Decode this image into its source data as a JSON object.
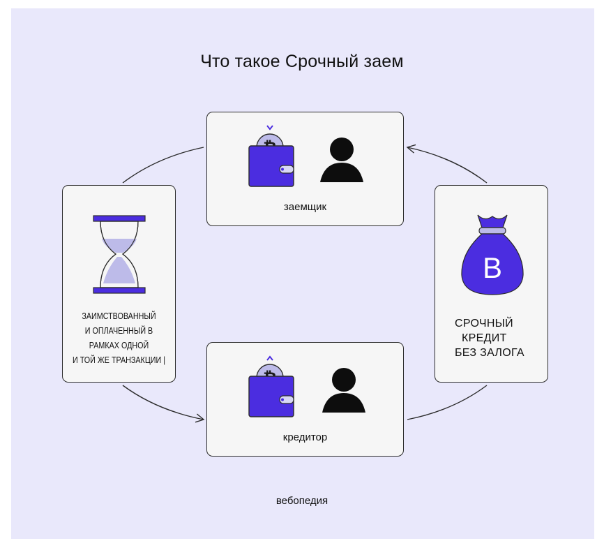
{
  "title": "Что такое Срочный заем",
  "nodes": {
    "borrower": {
      "label": "заемщик"
    },
    "lender": {
      "label": "кредитор"
    },
    "left": {
      "lines": [
        "ЗАИМСТВОВАННЫЙ",
        "И ОПЛАЧЕННЫЙ В",
        "РАМКАХ ОДНОЙ",
        "И ТОЙ ЖЕ ТРАНЗАКЦИИ |"
      ]
    },
    "right": {
      "lines": [
        "СРОЧНЫЙ",
        "КРЕДИТ",
        "БЕЗ ЗАЛОГА"
      ],
      "bag_letter": "B"
    }
  },
  "footer": "вебопедия",
  "colors": {
    "background": "#e9e8fb",
    "accent": "#4b2de0",
    "accent_light": "#bdbbe9",
    "card": "#f6f6f6",
    "stroke": "#2b2b2b"
  },
  "icons": {
    "wallet": "bitcoin-wallet-icon",
    "person": "person-icon",
    "hourglass": "hourglass-icon",
    "bag": "money-bag-icon"
  }
}
